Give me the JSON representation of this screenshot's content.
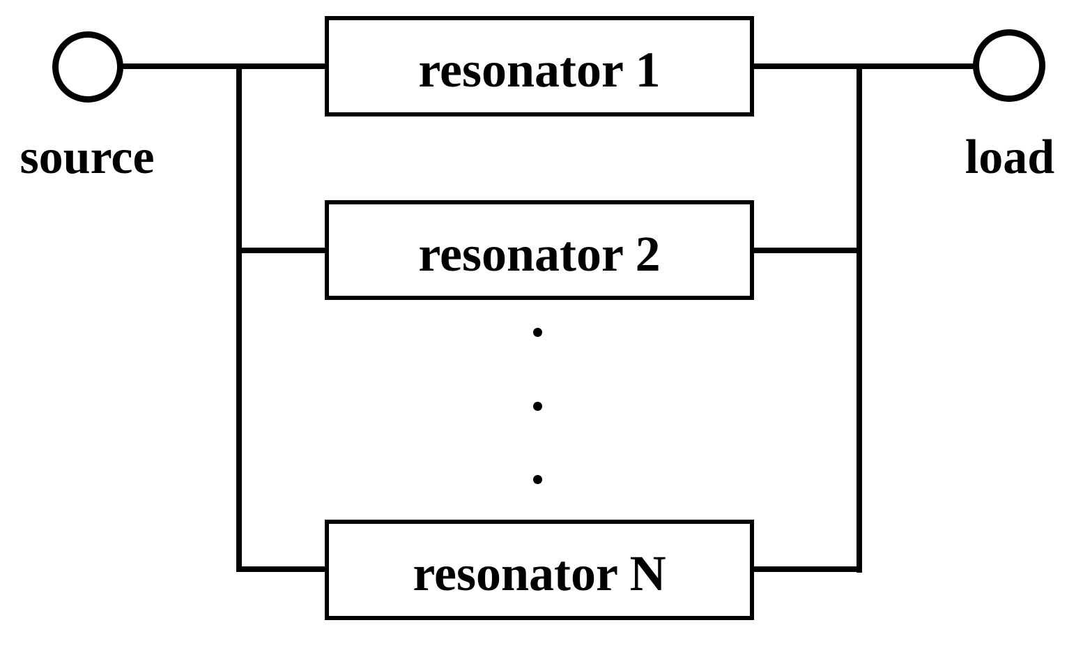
{
  "diagram": {
    "colors": {
      "line": "#000000",
      "background": "#ffffff"
    },
    "source": {
      "label": "source"
    },
    "load": {
      "label": "load"
    },
    "resonators": [
      {
        "label": "resonator 1"
      },
      {
        "label": "resonator 2"
      },
      {
        "label": "resonator N"
      }
    ],
    "ellipsis": {
      "dot_count": 3
    }
  }
}
